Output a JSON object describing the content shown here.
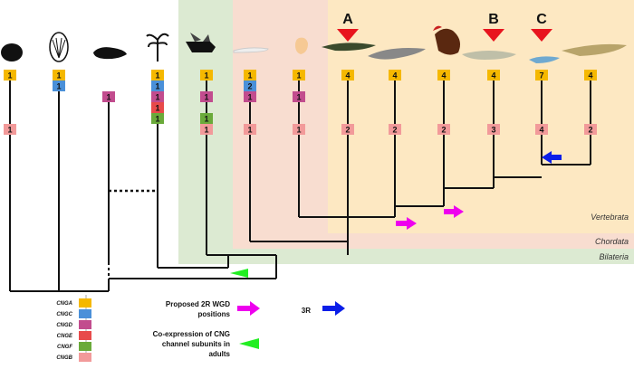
{
  "clades": {
    "vertebrata": "Vertebrata",
    "chordata": "Chordata",
    "bilateria": "Bilateria"
  },
  "events": {
    "a": "A",
    "b": "B",
    "c": "C"
  },
  "taxa": [
    {
      "top": "1",
      "top_color": "#f5b800",
      "bottom": "1"
    },
    {
      "top": "1",
      "top_color": "#f5b800",
      "second": "1",
      "second_color": "#4a90d9",
      "bottom": ""
    },
    {
      "top": "",
      "mid": "1",
      "mid_color": "#c24c8e",
      "bottom": ""
    },
    {
      "top": "1",
      "top_color": "#f5b800",
      "stack": [
        "1",
        "1",
        "1",
        "1"
      ],
      "bottom": ""
    },
    {
      "top": "1",
      "top_color": "#f5b800",
      "mid": "1",
      "mid_color": "#c24c8e",
      "green": "1",
      "bottom": "1"
    },
    {
      "top": "1",
      "top_color": "#f5b800",
      "second": "2",
      "second_color": "#4a90d9",
      "mid": "1",
      "mid_color": "#c24c8e",
      "bottom": "1"
    },
    {
      "top": "1",
      "top_color": "#f5b800",
      "mid": "1",
      "mid_color": "#c24c8e",
      "bottom": "1"
    },
    {
      "top": "4",
      "top_color": "#f5b800",
      "bottom": "2"
    },
    {
      "top": "4",
      "top_color": "#f5b800",
      "bottom": "2"
    },
    {
      "top": "4",
      "top_color": "#f5b800",
      "bottom": "2"
    },
    {
      "top": "4",
      "top_color": "#f5b800",
      "bottom": "3"
    },
    {
      "top": "7",
      "top_color": "#f5b800",
      "bottom": "4"
    },
    {
      "top": "4",
      "top_color": "#f5b800",
      "bottom": "2"
    }
  ],
  "legend": {
    "subunits": [
      {
        "label": "CNGA",
        "color": "#f5b800"
      },
      {
        "label": "CNGC",
        "color": "#4a90d9"
      },
      {
        "label": "CNGD",
        "color": "#c24c8e"
      },
      {
        "label": "CNGE",
        "color": "#e84a4a"
      },
      {
        "label": "CNGF",
        "color": "#6aaa3a"
      },
      {
        "label": "CNGB",
        "color": "#f29a9a"
      }
    ],
    "wgd_line1": "Proposed 2R WGD",
    "wgd_line2": "positions",
    "r3_label": "3R",
    "coexp_line1": "Co-expression of CNG",
    "coexp_line2": "channel subunits in",
    "coexp_line3": "adults"
  },
  "colors": {
    "bilateria_bg": "#dcead2",
    "chordata_bg": "#f8ddd0",
    "vertebrata_bg": "#fde8c2",
    "arrow_2r": "#ee00ee",
    "arrow_3r": "#0a1ee8",
    "arrow_coexp": "#22ee22",
    "triangle_event": "#e8141e"
  }
}
